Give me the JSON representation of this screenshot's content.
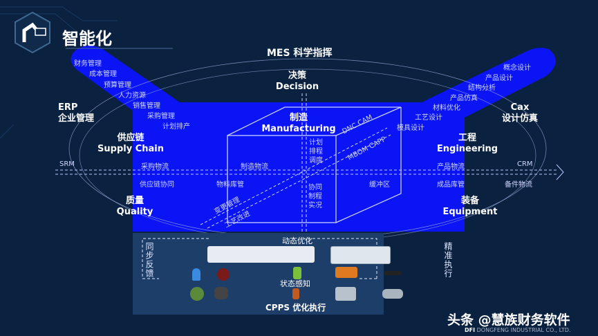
{
  "title": "智能化",
  "top_label": "MES 科学指挥",
  "colors": {
    "background": "#0b2140",
    "blue_region": "#0a14f5",
    "panel": "#1e3e6a",
    "accent_line": "#8aa0d8"
  },
  "icons": [
    "robot-arm-monitor-icon"
  ],
  "left_arm_items": [
    "财务管理",
    "成本管理",
    "预算管理",
    "人力资源",
    "销售管理",
    "采购管理",
    "计划排产"
  ],
  "right_arm_items": [
    "概念设计",
    "产品设计",
    "结构分析",
    "产品仿真",
    "材料优化",
    "工艺设计",
    "模具设计"
  ],
  "erp": {
    "en": "ERP",
    "zh": "企业管理"
  },
  "cax": {
    "en": "Cax",
    "zh": "设计仿真"
  },
  "decision": {
    "zh": "决策",
    "en": "Decision"
  },
  "manufacturing": {
    "zh": "制造",
    "en": "Manufacturing"
  },
  "supply_chain": {
    "zh": "供应链",
    "en": "Supply Chain"
  },
  "engineering": {
    "zh": "工程",
    "en": "Engineering"
  },
  "quality": {
    "zh": "质量",
    "en": "Quality"
  },
  "equipment": {
    "zh": "装备",
    "en": "Equipment"
  },
  "srm": "SRM",
  "crm": "CRM",
  "flow_labels": {
    "purchase_logistics": "采购物流",
    "manufacturing_logistics": "制造物流",
    "product_logistics": "产品物流",
    "supply_chain_collab": "供应链协同",
    "material_warehouse": "物料库管",
    "buffer": "缓冲区",
    "finished_warehouse": "成品库管",
    "spare_parts": "备件物流"
  },
  "cube_labels": {
    "plan": [
      "计划",
      "排程",
      "调度"
    ],
    "collab": [
      "协同",
      "制程",
      "实况"
    ],
    "dnc_cam": "DNC  CAM",
    "mbom_capp": "MBOM  CAPP",
    "change_mgmt": "变更管理",
    "process_improve": "工艺改进"
  },
  "bottom": {
    "dynamic_opt": "动态优化",
    "state_sense": "状态感知",
    "cpps": "CPPS 优化执行",
    "sync_feedback": "同步反馈",
    "precise_exec": "精准执行"
  },
  "watermark": "头条 @慧族财务软件",
  "company": "DONGFENG INDUSTRIAL CO., LTD.",
  "company_logo": "DFI"
}
